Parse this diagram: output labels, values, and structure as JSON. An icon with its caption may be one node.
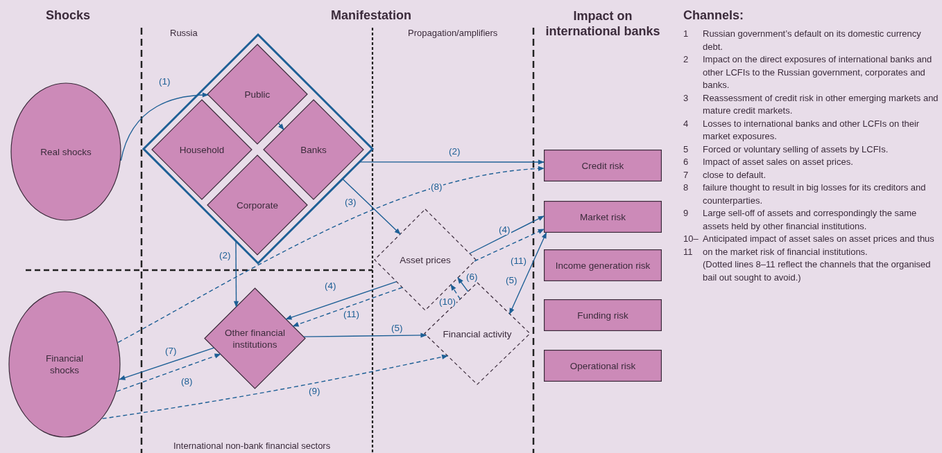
{
  "diagram": {
    "nodes": [
      {
        "text": [
          "Real shocks"
        ]
      },
      {
        "text": [
          "Financial shocks"
        ]
      },
      {
        "text": [],
        "shape": "diamond"
      },
      {
        "text": [
          "Public"
        ],
        "in": 2
      },
      {
        "text": [
          "Household"
        ],
        "in": 2
      },
      {
        "text": [
          "Banks"
        ],
        "in": 2
      },
      {
        "text": [
          "Corporate"
        ],
        "in": 2
      },
      {
        "text": [
          "Other financial institutions"
        ]
      },
      {
        "text": [
          "Asset prices"
        ]
      },
      {
        "text": [
          "Financial activity"
        ]
      },
      {
        "text": [
          "Credit risk"
        ]
      },
      {
        "text": [
          "Market risk"
        ]
      },
      {
        "text": [
          "Income generation risk"
        ]
      },
      {
        "text": [
          "Funding risk"
        ]
      },
      {
        "text": [
          "Operational risk"
        ]
      }
    ],
    "edges": [
      {
        "from": 0,
        "to": 3,
        "arrow": "to",
        "label": "(1)"
      },
      {
        "from": 3,
        "to": 5,
        "arrow": "to"
      },
      {
        "from": 2,
        "to": 10,
        "arrow": "to",
        "label": "(2)"
      },
      {
        "from": 2,
        "to": 7,
        "arrow": "to",
        "label": "(2)"
      },
      {
        "from": 2,
        "to": 8,
        "arrow": "to",
        "label": "(3)"
      },
      {
        "from": 1,
        "to": 10,
        "arrow": "to",
        "label": "(8)",
        "style": "dashed"
      },
      {
        "from": 8,
        "to": 11,
        "arrow": "to",
        "label": "(4)"
      },
      {
        "from": 8,
        "to": 11,
        "arrow": "to",
        "label": "(11)",
        "style": "dashed"
      },
      {
        "from": 8,
        "to": 7,
        "arrow": "to",
        "label": "(4)"
      },
      {
        "from": 8,
        "to": 7,
        "arrow": "to",
        "label": "(11)",
        "style": "dashed"
      },
      {
        "from": 7,
        "to": 9,
        "arrow": "to",
        "label": "(5)"
      },
      {
        "from": 9,
        "to": 11,
        "arrow": "both",
        "label": "(5)"
      },
      {
        "from": 9,
        "to": 8,
        "arrow": "to",
        "label": "(6)"
      },
      {
        "from": 9,
        "to": 8,
        "arrow": "to",
        "label": "(10)",
        "style": "dashed"
      },
      {
        "from": 7,
        "to": 1,
        "arrow": "to",
        "label": "(7)"
      },
      {
        "from": 1,
        "to": 7,
        "arrow": "to",
        "label": "(8)",
        "style": "dashed"
      },
      {
        "from": 1,
        "to": 9,
        "arrow": "to",
        "label": "(9)",
        "style": "dashed"
      }
    ],
    "labels": [
      "Shocks",
      "Manifestation",
      "Impact on international banks",
      "Russia",
      "Propagation/amplifiers",
      "Channels:",
      "1",
      "Russian government’s default on its domestic currency debt.",
      "2",
      "Impact on the direct exposures of international banks and other LCFIs to the Russian government, corporates and banks.",
      "3",
      "Reassessment of credit risk in other emerging markets and mature credit markets.",
      "4",
      "Losses to international banks and other LCFIs on their market exposures.",
      "5",
      "Forced or voluntary selling of assets by LCFIs.",
      "6",
      "Impact of asset sales on asset prices.",
      "7",
      "close to default.",
      "8",
      "failure thought to result in big losses for its creditors and counterparties.",
      "9",
      "Large sell-off of assets and correspondingly the same assets held by other financial institutions.",
      "10–",
      "11",
      "Anticipated impact of asset sales on asset prices and thus on the market risk of financial institutions.",
      "(Dotted lines 8–11 reflect the channels that the organised bail out sought to avoid.)",
      "International non-bank financial sectors"
    ]
  }
}
